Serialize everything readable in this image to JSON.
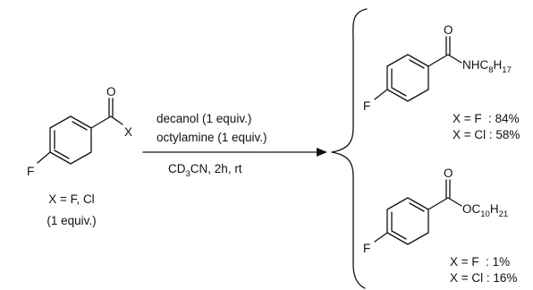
{
  "reactant": {
    "halogen_atom": "F",
    "oxygen_atom": "O",
    "leaving_group": "X",
    "condition_label": "X = F, Cl",
    "equiv_label": "(1 equiv.)"
  },
  "conditions": {
    "line1": "decanol (1 equiv.)",
    "line2": "octylamine (1 equiv.)",
    "line3_pre": "CD",
    "line3_sub": "3",
    "line3_post": "CN, 2h, rt"
  },
  "amide_product": {
    "halogen_atom": "F",
    "oxygen_atom": "O",
    "group_prefix": "NHC",
    "group_sub1": "8",
    "group_mid": "H",
    "group_sub2": "17",
    "yield_f": "X = F  : 84%",
    "yield_cl": "X = Cl : 58%"
  },
  "ester_product": {
    "halogen_atom": "F",
    "oxygen_atom": "O",
    "group_prefix": "OC",
    "group_sub1": "10",
    "group_mid": "H",
    "group_sub2": "21",
    "yield_f": "X = F  : 1%",
    "yield_cl": "X = Cl : 16%"
  },
  "colors": {
    "ink": "#111111",
    "background": "#ffffff"
  }
}
